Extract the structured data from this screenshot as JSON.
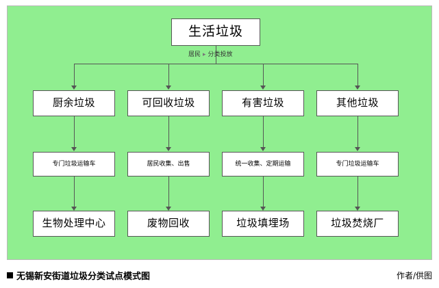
{
  "diagram": {
    "background_color": "#90ee90",
    "root": {
      "label": "生活垃圾"
    },
    "root_edge_label": {
      "from": "居民",
      "to": "分类投放"
    },
    "categories": [
      {
        "label": "厨余垃圾"
      },
      {
        "label": "可回收垃圾"
      },
      {
        "label": "有害垃圾"
      },
      {
        "label": "其他垃圾"
      }
    ],
    "transports": [
      {
        "label": "专门垃圾运输车"
      },
      {
        "label": "居民收集、出售"
      },
      {
        "label": "统一收集、定期运输"
      },
      {
        "label": "专门垃圾运输车"
      }
    ],
    "destinations": [
      {
        "label": "生物处理中心"
      },
      {
        "label": "废物回收"
      },
      {
        "label": "垃圾填埋场"
      },
      {
        "label": "垃圾焚烧厂"
      }
    ]
  },
  "caption": {
    "title": "无锡新安街道垃圾分类试点模式图",
    "credit": "作者/供图"
  }
}
